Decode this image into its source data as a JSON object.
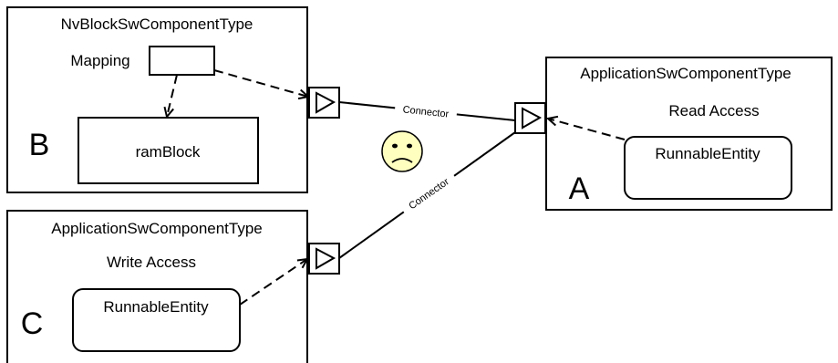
{
  "components": {
    "b": {
      "type": "NvBlockSwComponentType",
      "mapping_label": "Mapping",
      "ram_block": "ramBlock",
      "letter": "B"
    },
    "a": {
      "type": "ApplicationSwComponentType",
      "access": "Read Access",
      "runnable": "RunnableEntity",
      "letter": "A"
    },
    "c": {
      "type": "ApplicationSwComponentType",
      "access": "Write Access",
      "runnable": "RunnableEntity",
      "letter": "C"
    }
  },
  "connectors": {
    "top": "Connector",
    "bottom": "Connector"
  },
  "colors": {
    "smiley_face": "#ffffc0"
  }
}
